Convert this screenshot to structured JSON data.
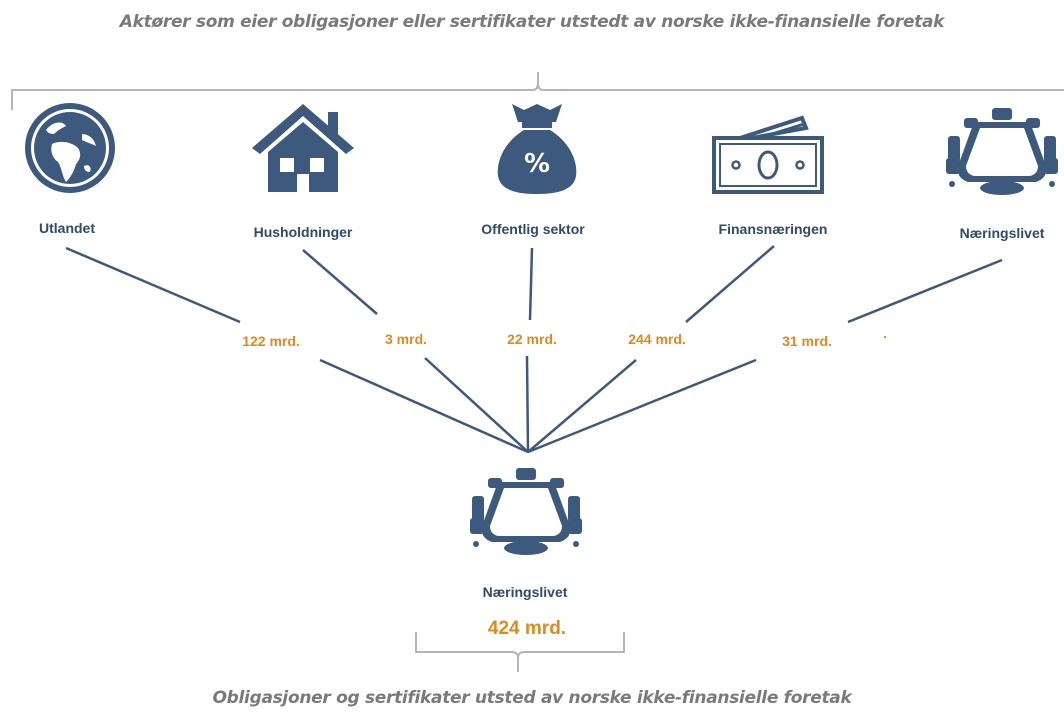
{
  "top_title": "Aktører som eier obligasjoner eller sertifikater utstedt av norske ikke-finansielle foretak",
  "bottom_title": "Obligasjoner og sertifikater utsted av norske ikke-finansielle foretak",
  "actors": [
    {
      "label": "Utlandet",
      "icon": "globe-icon",
      "amount": "122 mrd."
    },
    {
      "label": "Husholdninger",
      "icon": "house-icon",
      "amount": "3 mrd."
    },
    {
      "label": "Offentlig sektor",
      "icon": "money-bag-percent-icon",
      "amount": "22 mrd."
    },
    {
      "label": "Finansnæringen",
      "icon": "banknotes-icon",
      "amount": "244 mrd."
    },
    {
      "label": "Næringslivet",
      "icon": "conference-table-icon",
      "amount": "31 mrd."
    }
  ],
  "target": {
    "label": "Næringslivet",
    "icon": "conference-table-icon",
    "total": "424 mrd."
  },
  "colors": {
    "icon": "#3d5a7e",
    "label": "#2f4a6b",
    "amount": "#e08a1e",
    "line": "#3d5a7e",
    "bracket": "#b5b5b5",
    "title": "#7a7a7a"
  }
}
